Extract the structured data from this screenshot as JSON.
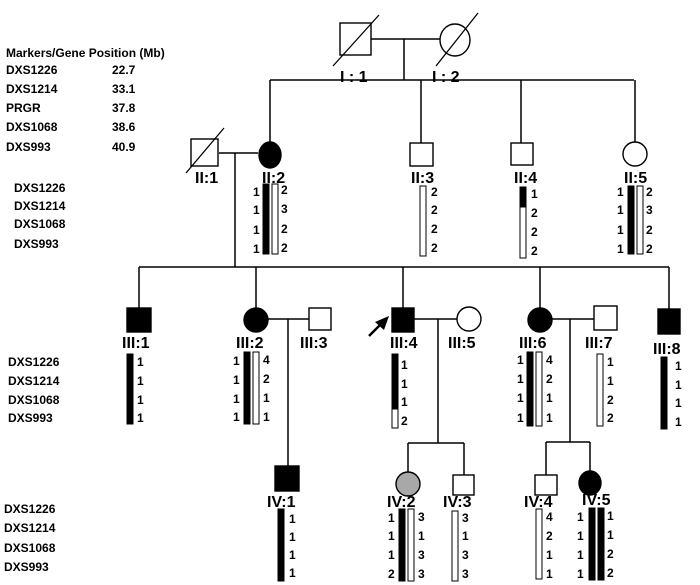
{
  "header": {
    "title": "Markers/Gene Position (Mb)",
    "markers": [
      {
        "name": "DXS1226",
        "position": "22.7"
      },
      {
        "name": "DXS1214",
        "position": "33.1"
      },
      {
        "name": "PRGR",
        "position": "37.8"
      },
      {
        "name": "DXS1068",
        "position": "38.6"
      },
      {
        "name": "DXS993",
        "position": "40.9"
      }
    ]
  },
  "marker_sets": [
    [
      "DXS1226",
      "DXS1214",
      "DXS1068",
      "DXS993"
    ],
    [
      "DXS1226",
      "DXS1214",
      "DXS1068",
      "DXS993"
    ],
    [
      "DXS1226",
      "DXS1214",
      "DXS1068",
      "DXS993"
    ]
  ],
  "individuals": [
    {
      "id": "I : 1",
      "sex": "male",
      "status": "unaffected",
      "deceased": true
    },
    {
      "id": "I : 2",
      "sex": "female",
      "status": "unaffected",
      "deceased": true
    },
    {
      "id": "II:1",
      "sex": "male",
      "status": "unaffected",
      "deceased": true
    },
    {
      "id": "II:2",
      "sex": "female",
      "status": "affected",
      "left": [
        "1",
        "1",
        "1",
        "1"
      ],
      "right": [
        "2",
        "3",
        "2",
        "2"
      ]
    },
    {
      "id": "II:3",
      "sex": "male",
      "status": "unaffected",
      "right": [
        "2",
        "2",
        "2",
        "2"
      ]
    },
    {
      "id": "II:4",
      "sex": "male",
      "status": "unaffected",
      "right": [
        "1",
        "2",
        "2",
        "2"
      ]
    },
    {
      "id": "II:5",
      "sex": "female",
      "status": "unaffected",
      "left": [
        "1",
        "1",
        "1",
        "1"
      ],
      "right": [
        "2",
        "3",
        "2",
        "2"
      ]
    },
    {
      "id": "III:1",
      "sex": "male",
      "status": "affected",
      "right": [
        "1",
        "1",
        "1",
        "1"
      ]
    },
    {
      "id": "III:2",
      "sex": "female",
      "status": "affected",
      "left": [
        "1",
        "1",
        "1",
        "1"
      ],
      "right": [
        "4",
        "2",
        "1",
        "1"
      ]
    },
    {
      "id": "III:3",
      "sex": "male",
      "status": "unaffected"
    },
    {
      "id": "III:4",
      "sex": "male",
      "status": "affected",
      "proband": true,
      "right": [
        "1",
        "1",
        "1",
        "2"
      ]
    },
    {
      "id": "III:5",
      "sex": "female",
      "status": "unaffected"
    },
    {
      "id": "III:6",
      "sex": "female",
      "status": "affected",
      "left": [
        "1",
        "1",
        "1",
        "1"
      ],
      "right": [
        "4",
        "2",
        "1",
        "1"
      ]
    },
    {
      "id": "III:7",
      "sex": "male",
      "status": "unaffected",
      "right": [
        "1",
        "1",
        "2",
        "2"
      ]
    },
    {
      "id": "III:8",
      "sex": "male",
      "status": "affected",
      "right": [
        "1",
        "1",
        "1",
        "1"
      ]
    },
    {
      "id": "IV:1",
      "sex": "male",
      "status": "affected",
      "right": [
        "1",
        "1",
        "1",
        "1"
      ]
    },
    {
      "id": "IV:2",
      "sex": "female",
      "status": "carrier",
      "left": [
        "1",
        "1",
        "1",
        "2"
      ],
      "right": [
        "3",
        "1",
        "3",
        "3"
      ]
    },
    {
      "id": "IV:3",
      "sex": "male",
      "status": "unaffected",
      "right": [
        "3",
        "1",
        "3",
        "3"
      ]
    },
    {
      "id": "IV:4",
      "sex": "male",
      "status": "unaffected",
      "right": [
        "4",
        "2",
        "1",
        "1"
      ]
    },
    {
      "id": "IV:5",
      "sex": "female",
      "status": "affected",
      "left": [
        "1",
        "1",
        "1",
        "1"
      ],
      "right": [
        "1",
        "1",
        "2",
        "2"
      ]
    }
  ],
  "colors": {
    "affected": "#000000",
    "unaffected": "#ffffff",
    "carrier": "#a8a8a8",
    "line": "#000000"
  }
}
